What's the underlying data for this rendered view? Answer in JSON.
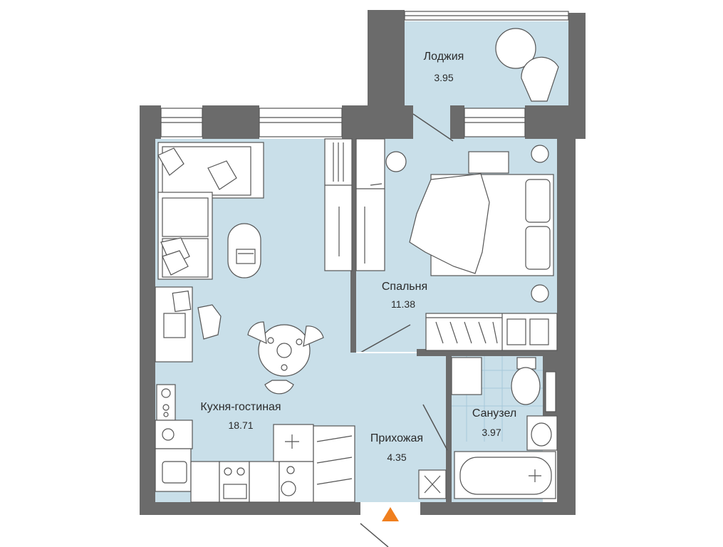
{
  "colors": {
    "floor": "#c9dfe9",
    "wall": "#6b6b6b",
    "furniture_stroke": "#555555",
    "entrance_marker": "#f07f1e",
    "tile": "#b9d7ea"
  },
  "rooms": {
    "loggia": {
      "name": "Лоджия",
      "area": "3.95"
    },
    "bedroom": {
      "name": "Спальня",
      "area": "11.38"
    },
    "kitchen_living": {
      "name": "Кухня-гостиная",
      "area": "18.71"
    },
    "hallway": {
      "name": "Прихожая",
      "area": "4.35"
    },
    "bathroom": {
      "name": "Санузел",
      "area": "3.97"
    }
  },
  "icons": {
    "entrance": "triangle-up-icon"
  }
}
